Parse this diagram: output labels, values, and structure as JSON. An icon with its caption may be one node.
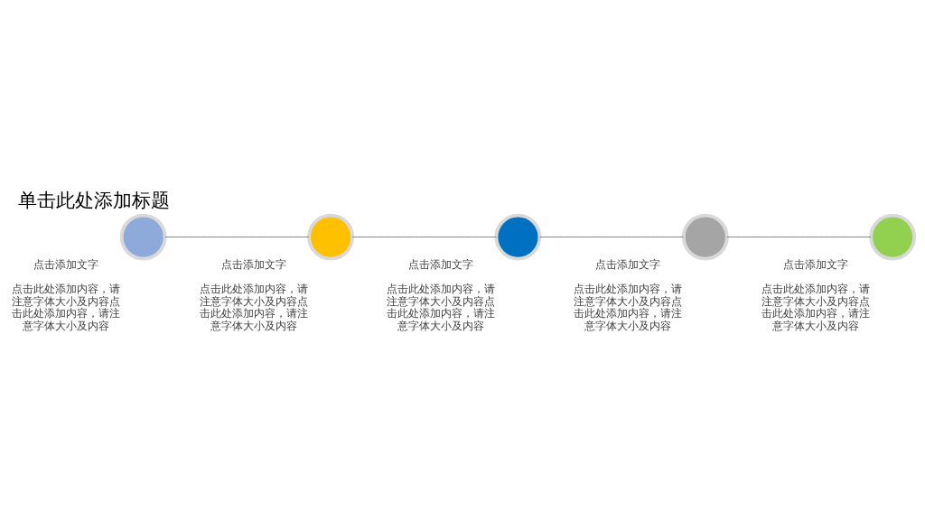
{
  "diagram": {
    "title": "单击此处添加标题",
    "nodes": [
      {
        "text": [],
        "shape": "circle",
        "beside": [
          "点击添加文字",
          "点击此处添加内容，请注意字体大小及内容点击此处添加内容，请注意字体大小及内容"
        ]
      },
      {
        "text": [],
        "shape": "circle",
        "beside": [
          "点击添加文字",
          "点击此处添加内容，请注意字体大小及内容点击此处添加内容，请注意字体大小及内容"
        ]
      },
      {
        "text": [],
        "shape": "circle",
        "beside": [
          "点击添加文字",
          "点击此处添加内容，请注意字体大小及内容点击此处添加内容，请注意字体大小及内容"
        ]
      },
      {
        "text": [],
        "shape": "circle",
        "beside": [
          "点击添加文字",
          "点击此处添加内容，请注意字体大小及内容点击此处添加内容，请注意字体大小及内容"
        ]
      },
      {
        "text": [],
        "shape": "circle",
        "beside": [
          "点击添加文字",
          "点击此处添加内容，请注意字体大小及内容点击此处添加内容，请注意字体大小及内容"
        ]
      }
    ],
    "edges": [
      {
        "from": 0,
        "to": 1,
        "arrow": "none"
      },
      {
        "from": 1,
        "to": 2,
        "arrow": "none"
      },
      {
        "from": 2,
        "to": 3,
        "arrow": "none"
      },
      {
        "from": 3,
        "to": 4,
        "arrow": "none"
      }
    ]
  }
}
